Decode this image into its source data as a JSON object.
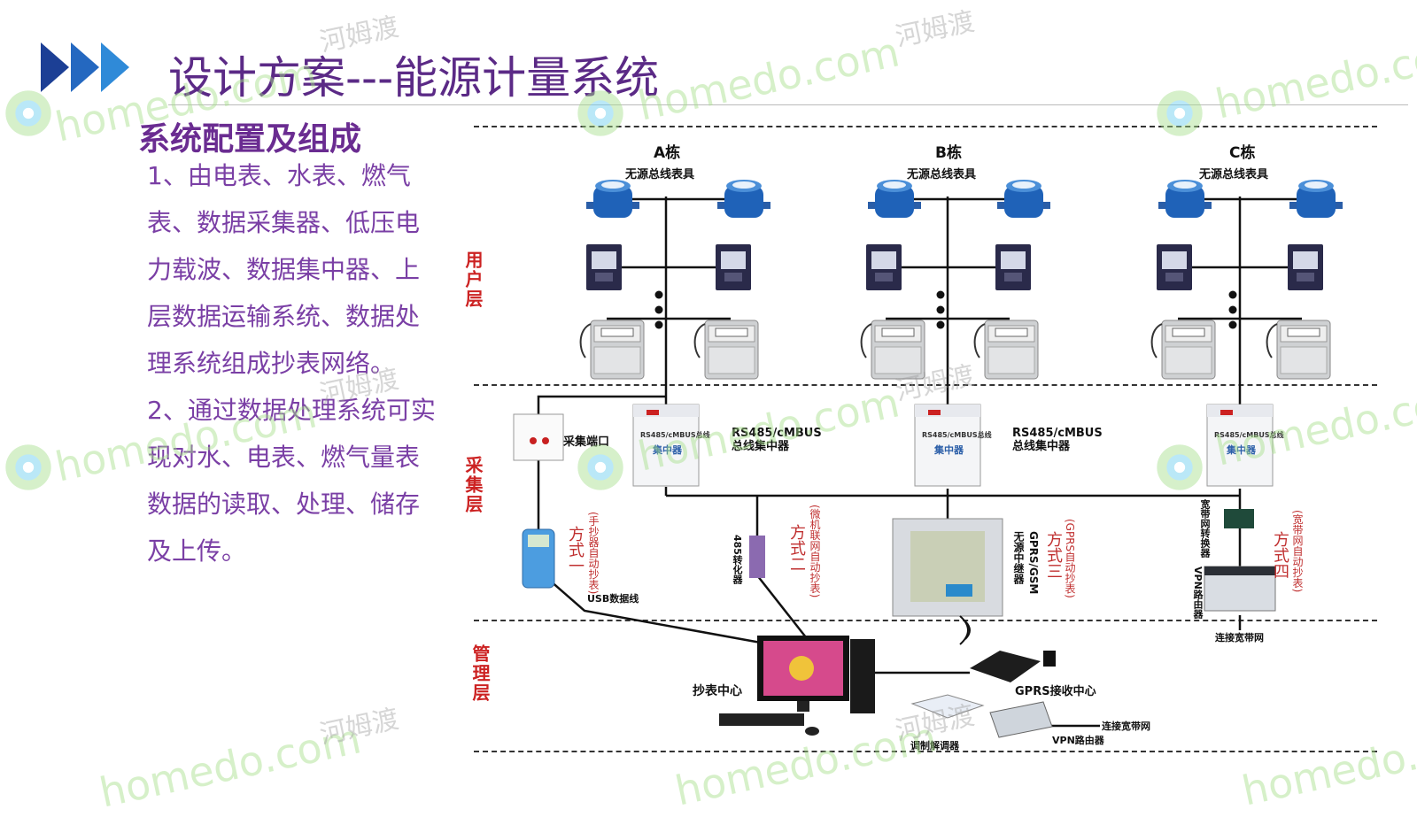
{
  "title": "设计方案---能源计量系统",
  "subtitle": "系统配置及组成",
  "paragraphs": [
    "1、由电表、水表、燃气表、数据采集器、低压电力载波、数据集中器、上层数据运输系统、数据处理系统组成抄表网络。",
    "2、通过数据处理系统可实现对水、电表、燃气量表数据的读取、处理、储存及上传。"
  ],
  "layers": {
    "user": "用户层",
    "collect": "采集层",
    "manage": "管理层"
  },
  "buildings": [
    {
      "name": "A栋",
      "sub": "无源总线表具"
    },
    {
      "name": "B栋",
      "sub": "无源总线表具"
    },
    {
      "name": "C栋",
      "sub": "无源总线表具"
    }
  ],
  "concentrator_plate": {
    "line1": "RS485/cMBUS总线",
    "line2": "集中器"
  },
  "collect_port": "采集端口",
  "concentrator_labels": {
    "a": "RS485/cMBUS\n总线集中器",
    "b": "RS485/cMBUS\n总线集中器"
  },
  "modes": {
    "m1": {
      "name": "方式一",
      "desc": "(手抄器自动抄表)"
    },
    "m2": {
      "name": "方式二",
      "desc": "(微机联网自动抄表)"
    },
    "m3": {
      "name": "方式三",
      "desc": "(GPRS自动抄表)"
    },
    "m4": {
      "name": "方式四",
      "desc": "(宽带网自动抄表)"
    }
  },
  "devices": {
    "usb": "USB数据线",
    "rs": "485转化器",
    "relay": "无源中继器",
    "relay2": "GPRS/GSM",
    "bband": "宽带网转换器",
    "vpn_left": "VPN路由器",
    "connect_bb": "连接宽带网",
    "center": "抄表中心",
    "gprs_center": "GPRS接收中心",
    "modem": "调制解调器",
    "connect_bb2": "连接宽带网",
    "vpn2": "VPN路由器"
  },
  "watermark": {
    "brand": "homedo.com",
    "cn": "河姆渡"
  },
  "colors": {
    "title": "#5b2a86",
    "text": "#7a3fa5",
    "layer": "#cc2222",
    "arrow1": "#1c3f95",
    "arrow2": "#2f7fd1"
  }
}
